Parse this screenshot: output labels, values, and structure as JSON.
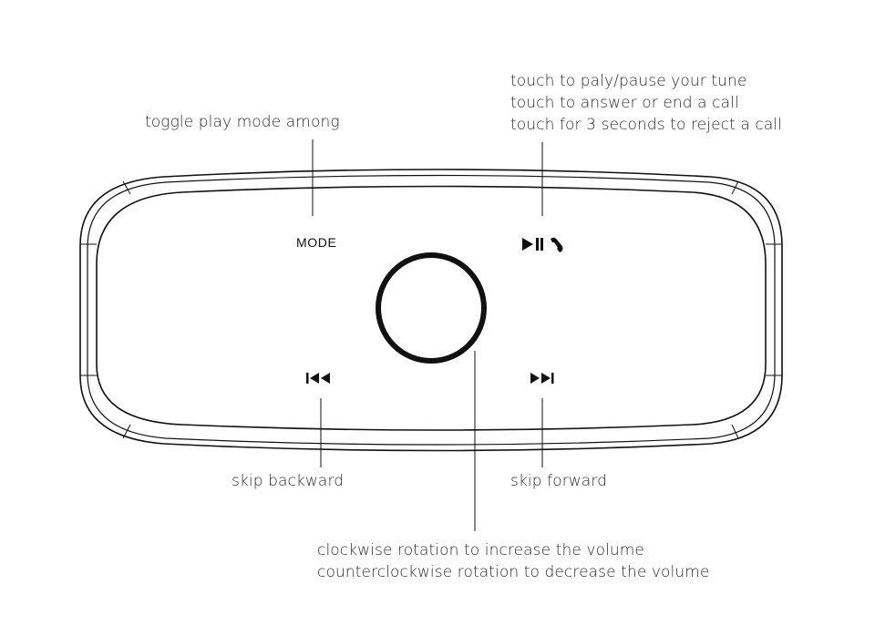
{
  "callouts": {
    "mode": "toggle play mode among",
    "play_pause": [
      "touch to paly/pause your tune",
      "touch to answer or end a call",
      "touch for 3 seconds to reject a call"
    ],
    "skip_backward": "skip backward",
    "skip_forward": "skip forward",
    "volume": [
      "clockwise rotation to increase the volume",
      "counterclockwise rotation to decrease the volume"
    ]
  },
  "device": {
    "mode_button_label": "MODE"
  },
  "icons": {
    "play_pause": "play-pause-icon",
    "phone": "phone-icon",
    "previous": "skip-backward-icon",
    "next": "skip-forward-icon",
    "volume_knob": "volume-knob-icon"
  },
  "colors": {
    "stroke": "#111111",
    "text": "#2a2a2a"
  }
}
